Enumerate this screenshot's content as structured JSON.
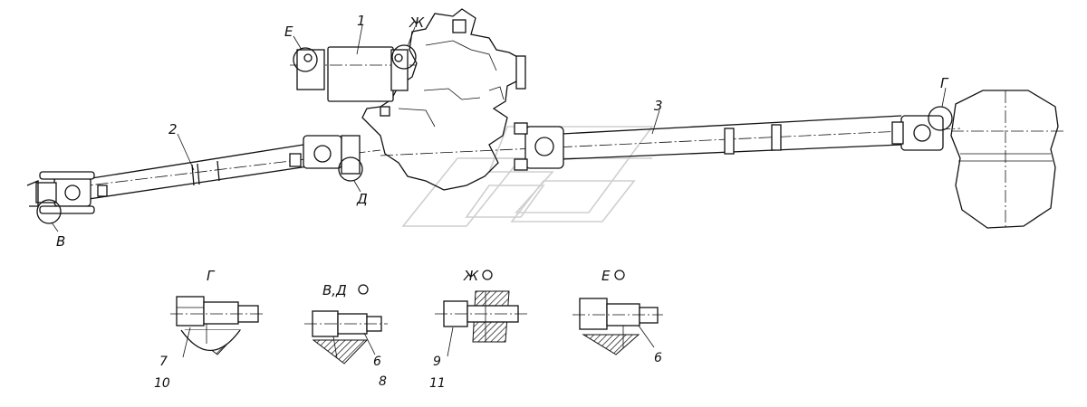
{
  "callouts": {
    "part_1": "1",
    "part_2": "2",
    "part_3": "3",
    "view_E": "Е",
    "view_Zh": "Ж",
    "view_G": "Г",
    "view_V": "В",
    "view_D": "Д"
  },
  "details": {
    "G": {
      "title": "Г",
      "labels": [
        "7",
        "10"
      ]
    },
    "VD": {
      "title": "В,Д",
      "labels": [
        "6",
        "8"
      ]
    },
    "Zh": {
      "title": "Ж",
      "labels": [
        "9",
        "11"
      ]
    },
    "E": {
      "title": "Е",
      "labels": [
        "6"
      ]
    }
  }
}
